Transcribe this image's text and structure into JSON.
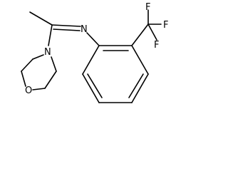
{
  "molecule": {
    "atoms": {
      "N_morpholine": "N",
      "O_morpholine": "O",
      "N_imine": "N",
      "F1": "F",
      "F2": "F",
      "F3": "F"
    },
    "colors": {
      "bond": "#000000",
      "text": "#000000",
      "background": "#ffffff"
    }
  }
}
